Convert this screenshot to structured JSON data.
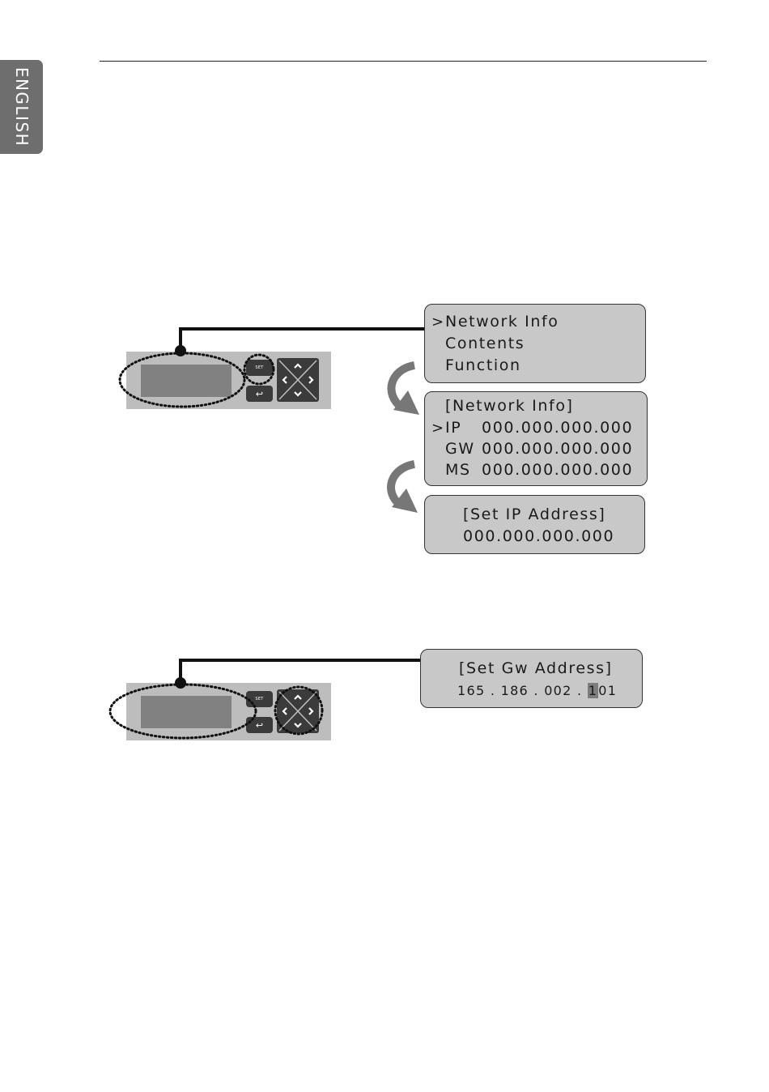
{
  "side_tab": {
    "label": "ENGLISH"
  },
  "device": {
    "set_label": "SET",
    "back_symbol": "↩",
    "icons": [
      "set-button",
      "back-arrow-icon",
      "direction-pad",
      "arrow-up-icon",
      "arrow-down-icon",
      "arrow-left-icon",
      "arrow-right-icon"
    ]
  },
  "screens": {
    "main_menu": {
      "cursor": ">",
      "items": [
        "Network Info",
        "Contents",
        "Function"
      ]
    },
    "network_info": {
      "title": "[Network Info]",
      "cursor": ">",
      "rows": [
        {
          "label": "IP",
          "value": "000.000.000.000"
        },
        {
          "label": "GW",
          "value": "000.000.000.000"
        },
        {
          "label": "MS",
          "value": "000.000.000.000"
        }
      ]
    },
    "set_ip": {
      "title": "[Set IP Address]",
      "value": "000.000.000.000"
    },
    "set_gw": {
      "title": "[Set Gw Address]",
      "value_prefix": "165 . 186 . 002 . ",
      "value_highlight": "1",
      "value_suffix": "01"
    }
  },
  "colors": {
    "screen_bg": "#c8c8c8",
    "device_bg": "#bdbdbd",
    "button": "#3b3b3b",
    "arrow": "#777777"
  }
}
